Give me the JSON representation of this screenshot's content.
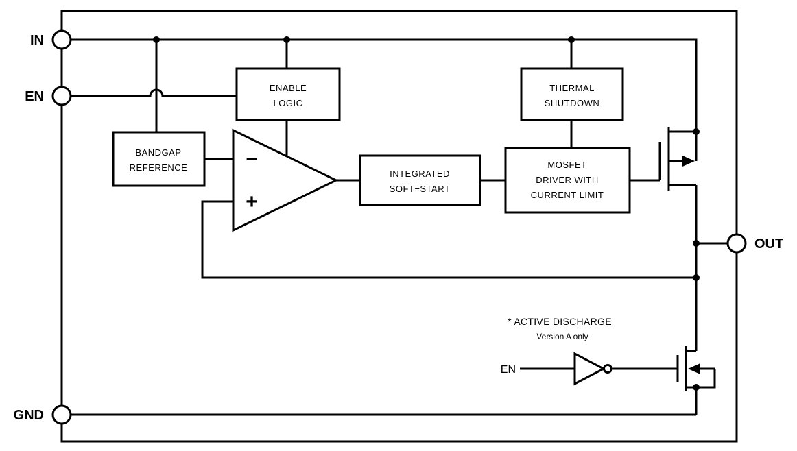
{
  "pins": {
    "in": "IN",
    "en": "EN",
    "gnd": "GND",
    "out": "OUT"
  },
  "blocks": {
    "enable_logic": {
      "line1": "ENABLE",
      "line2": "LOGIC"
    },
    "thermal_shutdown": {
      "line1": "THERMAL",
      "line2": "SHUTDOWN"
    },
    "bandgap_reference": {
      "line1": "BANDGAP",
      "line2": "REFERENCE"
    },
    "integrated_soft_start": {
      "line1": "INTEGRATED",
      "line2": "SOFT−START"
    },
    "mosfet_driver": {
      "line1": "MOSFET",
      "line2": "DRIVER WITH",
      "line3": "CURRENT LIMIT"
    }
  },
  "error_amplifier": {
    "inverting_input": "−",
    "noninverting_input": "+"
  },
  "active_discharge": {
    "note_title": "* ACTIVE DISCHARGE",
    "note_subtitle": "Version A only",
    "input_label": "EN"
  },
  "colors": {
    "line": "#000000",
    "background": "#ffffff"
  }
}
